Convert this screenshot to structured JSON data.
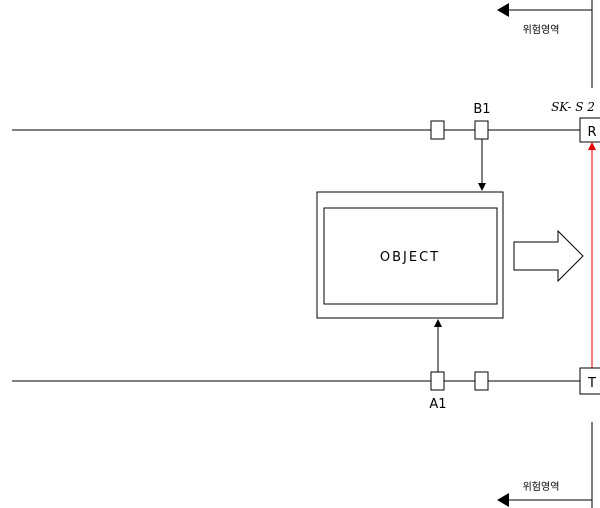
{
  "diagram": {
    "danger_zone_top": "위험영역",
    "danger_zone_bottom": "위험영역",
    "sensor_name": "SK- S 2",
    "receiver_label": "R",
    "transmitter_label": "T",
    "object_label": "OBJECT",
    "top_node_label": "B1",
    "bottom_node_label": "A1",
    "beam_color": "#e00000"
  }
}
